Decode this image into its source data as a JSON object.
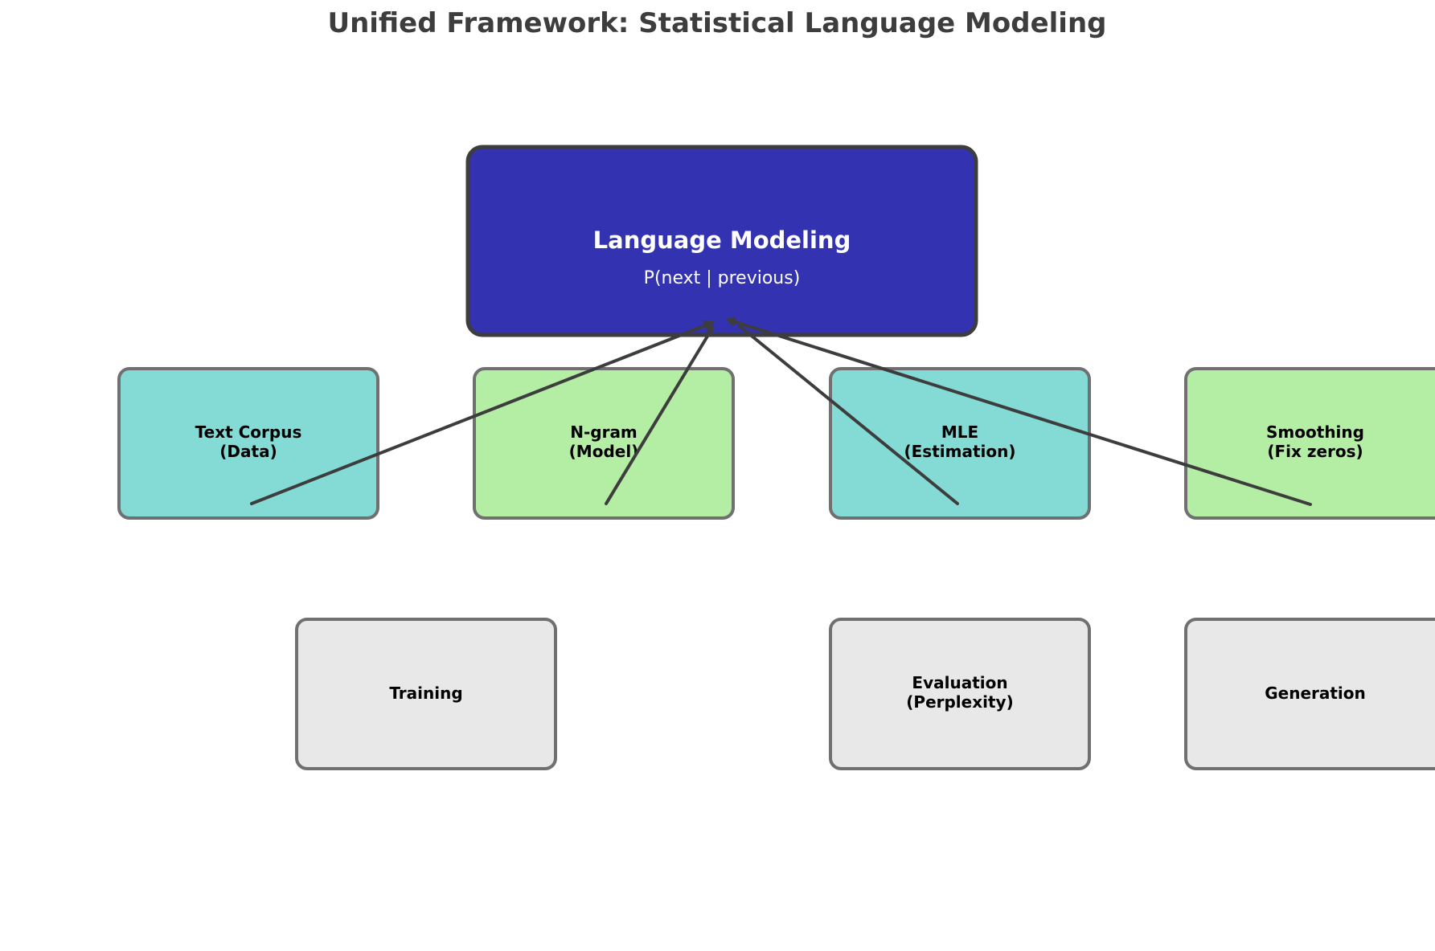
{
  "title": "Unified Framework: Statistical Language Modeling",
  "colors": {
    "center_fill": "#3333b2",
    "center_stroke": "#3d3d3d",
    "teal_fill": "#84dbd5",
    "green_fill": "#b4eea5",
    "gray_fill": "#e8e8e8",
    "node_stroke": "#707070",
    "connector": "#3d3d3d"
  },
  "center": {
    "title": "Language Modeling",
    "subtitle": "P(next | previous)"
  },
  "components": [
    {
      "id": "text-corpus",
      "lines": [
        "Text Corpus",
        "(Data)"
      ],
      "color": "teal"
    },
    {
      "id": "ngram",
      "lines": [
        "N-gram",
        "(Model)"
      ],
      "color": "green"
    },
    {
      "id": "mle",
      "lines": [
        "MLE",
        "(Estimation)"
      ],
      "color": "teal"
    },
    {
      "id": "smoothing",
      "lines": [
        "Smoothing",
        "(Fix zeros)"
      ],
      "color": "green"
    }
  ],
  "stages": [
    {
      "id": "training",
      "lines": [
        "Training"
      ],
      "color": "gray"
    },
    {
      "id": "evaluation",
      "lines": [
        "Evaluation",
        "(Perplexity)"
      ],
      "color": "gray"
    },
    {
      "id": "generation",
      "lines": [
        "Generation"
      ],
      "color": "gray"
    }
  ],
  "connections": [
    {
      "from": "text-corpus",
      "to": "center"
    },
    {
      "from": "ngram",
      "to": "center"
    },
    {
      "from": "mle",
      "to": "center"
    },
    {
      "from": "smoothing",
      "to": "center"
    }
  ]
}
